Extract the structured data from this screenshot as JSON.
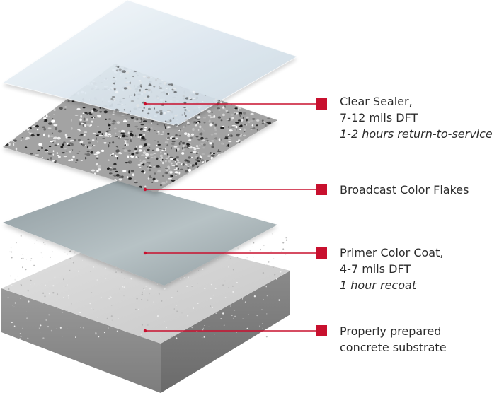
{
  "colors": {
    "accent": "#c8102e",
    "text": "#2b2b2b",
    "sealer_layer": "#e3ebf2",
    "flake_layer_base": "#9d9d9d",
    "primer_layer": "#a6b1b5",
    "concrete_top": "#d4d4d4",
    "concrete_side": "#8e8e8e"
  },
  "layers": [
    {
      "id": "sealer",
      "lines": [
        "Clear Sealer,",
        "7-12 mils DFT",
        "1-2 hours return-to-service"
      ],
      "italic": [
        false,
        false,
        true
      ]
    },
    {
      "id": "flakes",
      "lines": [
        "Broadcast Color Flakes"
      ],
      "italic": [
        false
      ]
    },
    {
      "id": "primer",
      "lines": [
        "Primer Color Coat,",
        "4-7 mils DFT",
        "1 hour recoat"
      ],
      "italic": [
        false,
        false,
        true
      ]
    },
    {
      "id": "substrate",
      "lines": [
        "Properly prepared",
        "concrete substrate"
      ],
      "italic": [
        false,
        false
      ]
    }
  ]
}
